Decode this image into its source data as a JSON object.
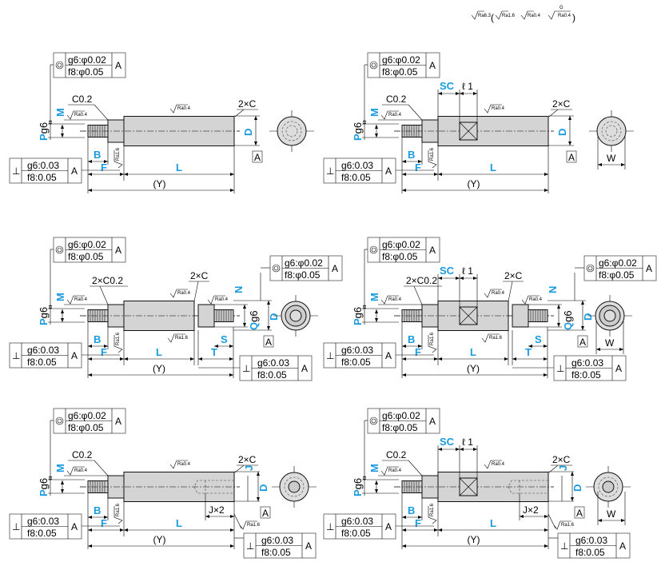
{
  "legend": {
    "ra63": "Ra6.3",
    "open": "(",
    "ra16": "Ra1.6",
    "ra04": "Ra0.4",
    "g": "G",
    "ra04g": "Ra0.4",
    "close": ")"
  },
  "tolerance": {
    "coax_line1": "g6:φ0.02",
    "coax_line2": "f8:φ0.05",
    "perp_line1": "g6:0.03",
    "perp_line2": "f8:0.05",
    "datum": "A",
    "coax_symbol": "◎",
    "perp_symbol": "⊥"
  },
  "labels": {
    "M": "M",
    "P": "P",
    "g6": "g6",
    "B": "B",
    "F": "F",
    "L": "L",
    "Y": "(Y)",
    "D": "D",
    "C02": "C0.2",
    "C02x2": "2×C0.2",
    "C2": "2×C",
    "SC": "SC",
    "l1": "ℓ 1",
    "W": "W",
    "N": "N",
    "Q": "Q",
    "T": "T",
    "S": "S",
    "J": "J",
    "Jx2": "J×2",
    "ra04": "Ra0.4",
    "ra16": "Ra1.6"
  },
  "colors": {
    "dimension_label": "#1a9be0",
    "shaft": "#d4d4d4"
  }
}
